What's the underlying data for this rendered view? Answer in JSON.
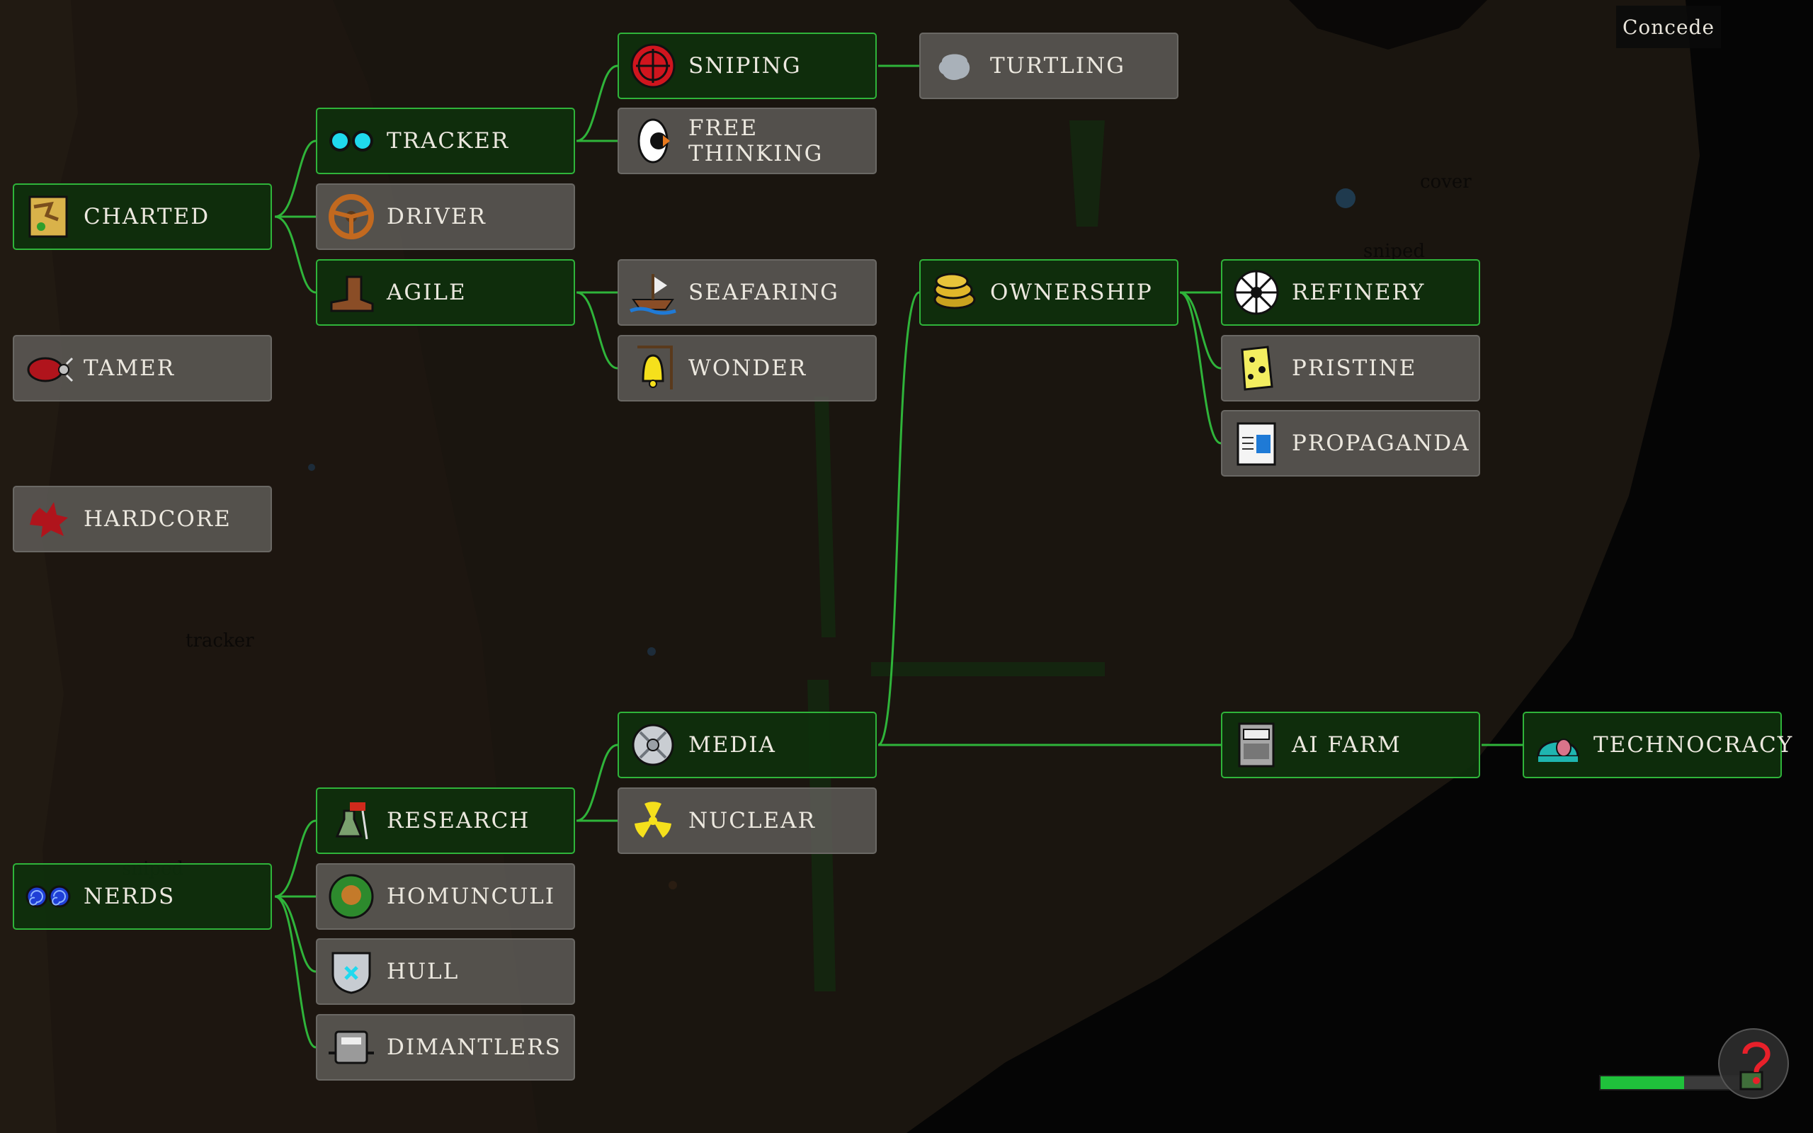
{
  "concede_label": "Concede",
  "progress_fraction": 0.6,
  "map_labels": {
    "cover": "cover",
    "sniped_top": "sniped",
    "tracker": "tracker",
    "sniped_left": "sniped"
  },
  "nodes": {
    "sniping": {
      "label": "SNIPING",
      "icon": "crosshair-icon",
      "state": "unlocked"
    },
    "turtling": {
      "label": "TURTLING",
      "icon": "turtle-shell-icon",
      "state": "locked"
    },
    "tracker": {
      "label": "TRACKER",
      "icon": "eyes-icon",
      "state": "unlocked"
    },
    "free_thinking": {
      "label": "FREE THINKING",
      "icon": "eye-profile-icon",
      "state": "locked"
    },
    "charted": {
      "label": "CHARTED",
      "icon": "map-icon",
      "state": "unlocked"
    },
    "driver": {
      "label": "DRIVER",
      "icon": "steering-wheel-icon",
      "state": "locked"
    },
    "agile": {
      "label": "AGILE",
      "icon": "boot-icon",
      "state": "unlocked"
    },
    "seafaring": {
      "label": "SEAFARING",
      "icon": "ship-icon",
      "state": "locked"
    },
    "ownership": {
      "label": "OWNERSHIP",
      "icon": "coins-icon",
      "state": "unlocked"
    },
    "refinery": {
      "label": "REFINERY",
      "icon": "grinder-wheel-icon",
      "state": "unlocked"
    },
    "tamer": {
      "label": "TAMER",
      "icon": "beetle-icon",
      "state": "locked"
    },
    "wonder": {
      "label": "WONDER",
      "icon": "bell-icon",
      "state": "locked"
    },
    "pristine": {
      "label": "PRISTINE",
      "icon": "sponge-icon",
      "state": "locked"
    },
    "propaganda": {
      "label": "PROPAGANDA",
      "icon": "poster-icon",
      "state": "locked"
    },
    "hardcore": {
      "label": "HARDCORE",
      "icon": "blood-splat-icon",
      "state": "locked"
    },
    "media": {
      "label": "MEDIA",
      "icon": "satellite-dish-icon",
      "state": "unlocked"
    },
    "ai_farm": {
      "label": "AI FARM",
      "icon": "server-icon",
      "state": "unlocked"
    },
    "technocracy": {
      "label": "TECHNOCRACY",
      "icon": "brain-dome-icon",
      "state": "unlocked"
    },
    "research": {
      "label": "RESEARCH",
      "icon": "flask-icon",
      "state": "unlocked"
    },
    "nuclear": {
      "label": "NUCLEAR",
      "icon": "radiation-icon",
      "state": "locked"
    },
    "nerds": {
      "label": "NERDS",
      "icon": "spiral-glasses-icon",
      "state": "unlocked"
    },
    "homunculi": {
      "label": "HOMUNCULI",
      "icon": "homunculus-icon",
      "state": "locked"
    },
    "hull": {
      "label": "HULL",
      "icon": "shield-icon",
      "state": "locked"
    },
    "dimantlers": {
      "label": "DIMANTLERS",
      "icon": "robot-icon",
      "state": "locked"
    }
  },
  "colors": {
    "link": "#2fb43a",
    "unlocked_bg": "#0e300c",
    "locked_bg": "#605e5a",
    "progress": "#1fc13b"
  }
}
